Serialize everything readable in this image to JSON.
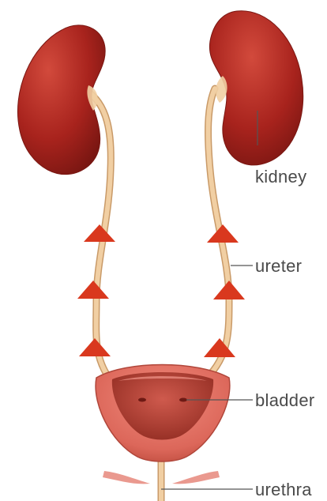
{
  "labels": {
    "kidney": "kidney",
    "ureter": "ureter",
    "bladder": "bladder",
    "urethra": "urethra"
  },
  "colors": {
    "kidney": "#a8231d",
    "kidney_dark": "#6e130f",
    "ureter": "#efc99c",
    "arrow": "#d9381e",
    "bladder": "#dd6b5f",
    "bladder_inner": "#a53329",
    "leader_line": "#555555",
    "label_text": "#4a4a4a"
  },
  "arrows": {
    "direction": "up",
    "count_per_ureter": 3
  }
}
